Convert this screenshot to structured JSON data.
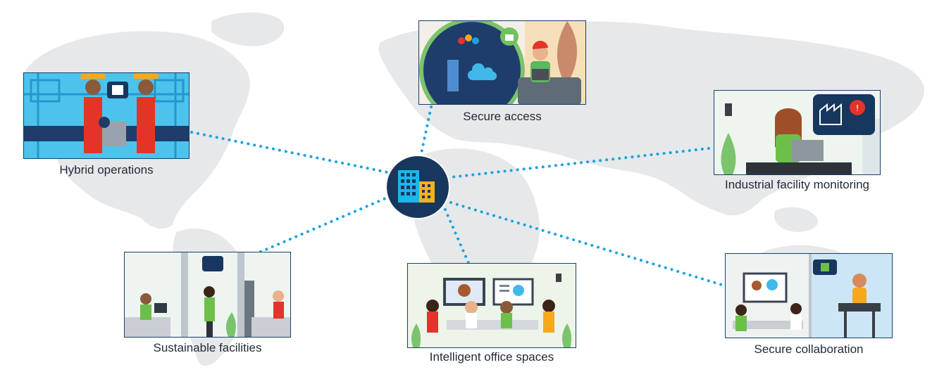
{
  "nodes": [
    {
      "id": "hybrid",
      "label": "Hybrid operations"
    },
    {
      "id": "secure_access",
      "label": "Secure access"
    },
    {
      "id": "industrial",
      "label": "Industrial facility monitoring"
    },
    {
      "id": "sustainable",
      "label": "Sustainable facilities"
    },
    {
      "id": "office",
      "label": "Intelligent office spaces"
    },
    {
      "id": "collab",
      "label": "Secure collaboration"
    }
  ],
  "colors": {
    "connector": "#1aa3e0",
    "hub": "#17375e",
    "map": "#e6e7e9",
    "card_border": "#16406b"
  }
}
